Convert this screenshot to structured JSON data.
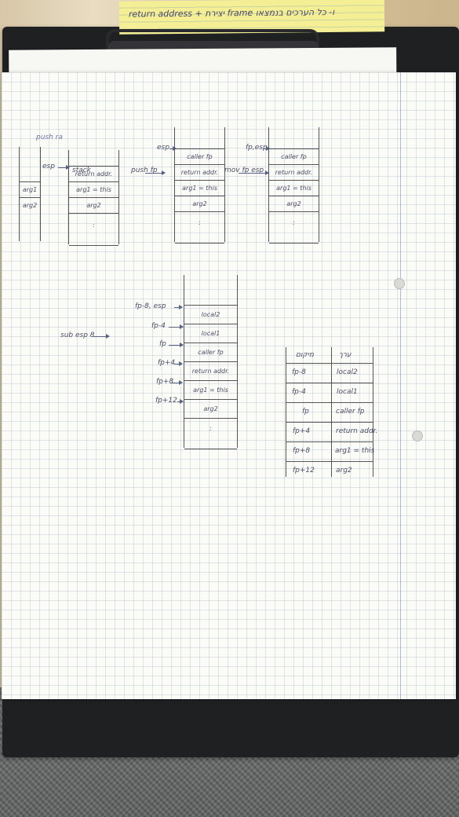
{
  "photo": {
    "sticky_note": "return address + יצירת frame ו- כל הערכים בנמצאו",
    "page_title": "stack",
    "left_stack": {
      "label_top": "push ra",
      "cells": [
        "arg1",
        "arg2"
      ]
    },
    "stack_1": {
      "pointer": "esp",
      "cells": [
        "return addr.",
        "arg1 = this",
        "arg2",
        ":"
      ]
    },
    "transition_1": "push fp",
    "stack_2": {
      "pointer": "esp",
      "cells": [
        "caller fp",
        "return addr.",
        "arg1 = this",
        "arg2",
        ":"
      ]
    },
    "transition_2": "mov fp esp",
    "stack_3": {
      "pointer": "fp,esp",
      "cells": [
        "caller fp",
        "return addr.",
        "arg1 = this",
        "arg2",
        ":"
      ]
    },
    "middle_stack": {
      "left_note": "sub esp 8",
      "offsets": [
        "fp-8, esp",
        "fp-4",
        "fp",
        "fp+4",
        "fp+8",
        "fp+12"
      ],
      "cells": [
        "local2",
        "local1",
        "caller fp",
        "return addr.",
        "arg1 = this",
        "arg2",
        ":"
      ]
    },
    "right_table": {
      "headers": [
        "מיקום",
        "ערך"
      ],
      "rows": [
        [
          "fp-8",
          "local2"
        ],
        [
          "fp-4",
          "local1"
        ],
        [
          "fp",
          "caller fp"
        ],
        [
          "fp+4",
          "return addr."
        ],
        [
          "fp+8",
          "arg1 = this"
        ],
        [
          "fp+12",
          "arg2"
        ]
      ]
    }
  }
}
